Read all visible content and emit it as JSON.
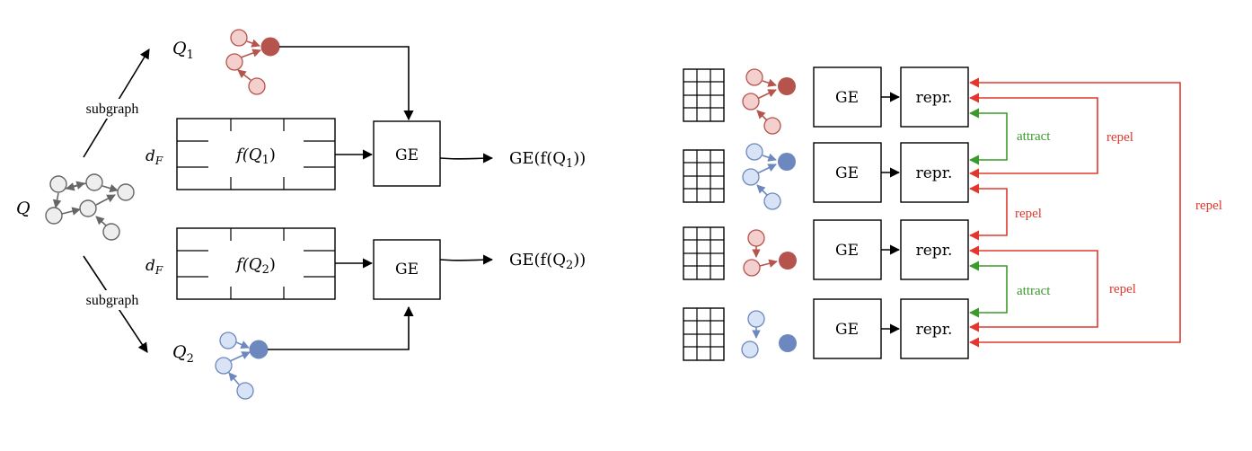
{
  "left": {
    "query_label": "Q",
    "q1_label": "Q",
    "q1_sub": "1",
    "q2_label": "Q",
    "q2_sub": "2",
    "subgraph_top": "subgraph",
    "subgraph_bottom": "subgraph",
    "df_top": "d",
    "df_top_sub": "F",
    "df_bottom": "d",
    "df_bottom_sub": "F",
    "f_top": "f(Q",
    "f_top_sub": "1",
    "f_top_close": ")",
    "f_bottom": "f(Q",
    "f_bottom_sub": "2",
    "f_bottom_close": ")",
    "ge_top": "GE",
    "ge_bottom": "GE",
    "out_top": "GE(f(Q",
    "out_top_sub": "1",
    "out_top_close": "))",
    "out_bottom": "GE(f(Q",
    "out_bottom_sub": "2",
    "out_bottom_close": "))"
  },
  "right": {
    "rows": [
      {
        "ge": "GE",
        "repr": "repr."
      },
      {
        "ge": "GE",
        "repr": "repr."
      },
      {
        "ge": "GE",
        "repr": "repr."
      },
      {
        "ge": "GE",
        "repr": "repr."
      }
    ],
    "attract_1": "attract",
    "attract_2": "attract",
    "repel_1": "repel",
    "repel_2": "repel",
    "repel_3": "repel",
    "repel_outer": "repel"
  },
  "colors": {
    "red": "#b5544d",
    "red_light": "#f3cfcd",
    "blue": "#6c88bf",
    "blue_light": "#d8e4f6",
    "gray": "#666666",
    "gray_light": "#eeeeee",
    "repel": "#e0382d",
    "attract": "#3a9a2a"
  }
}
